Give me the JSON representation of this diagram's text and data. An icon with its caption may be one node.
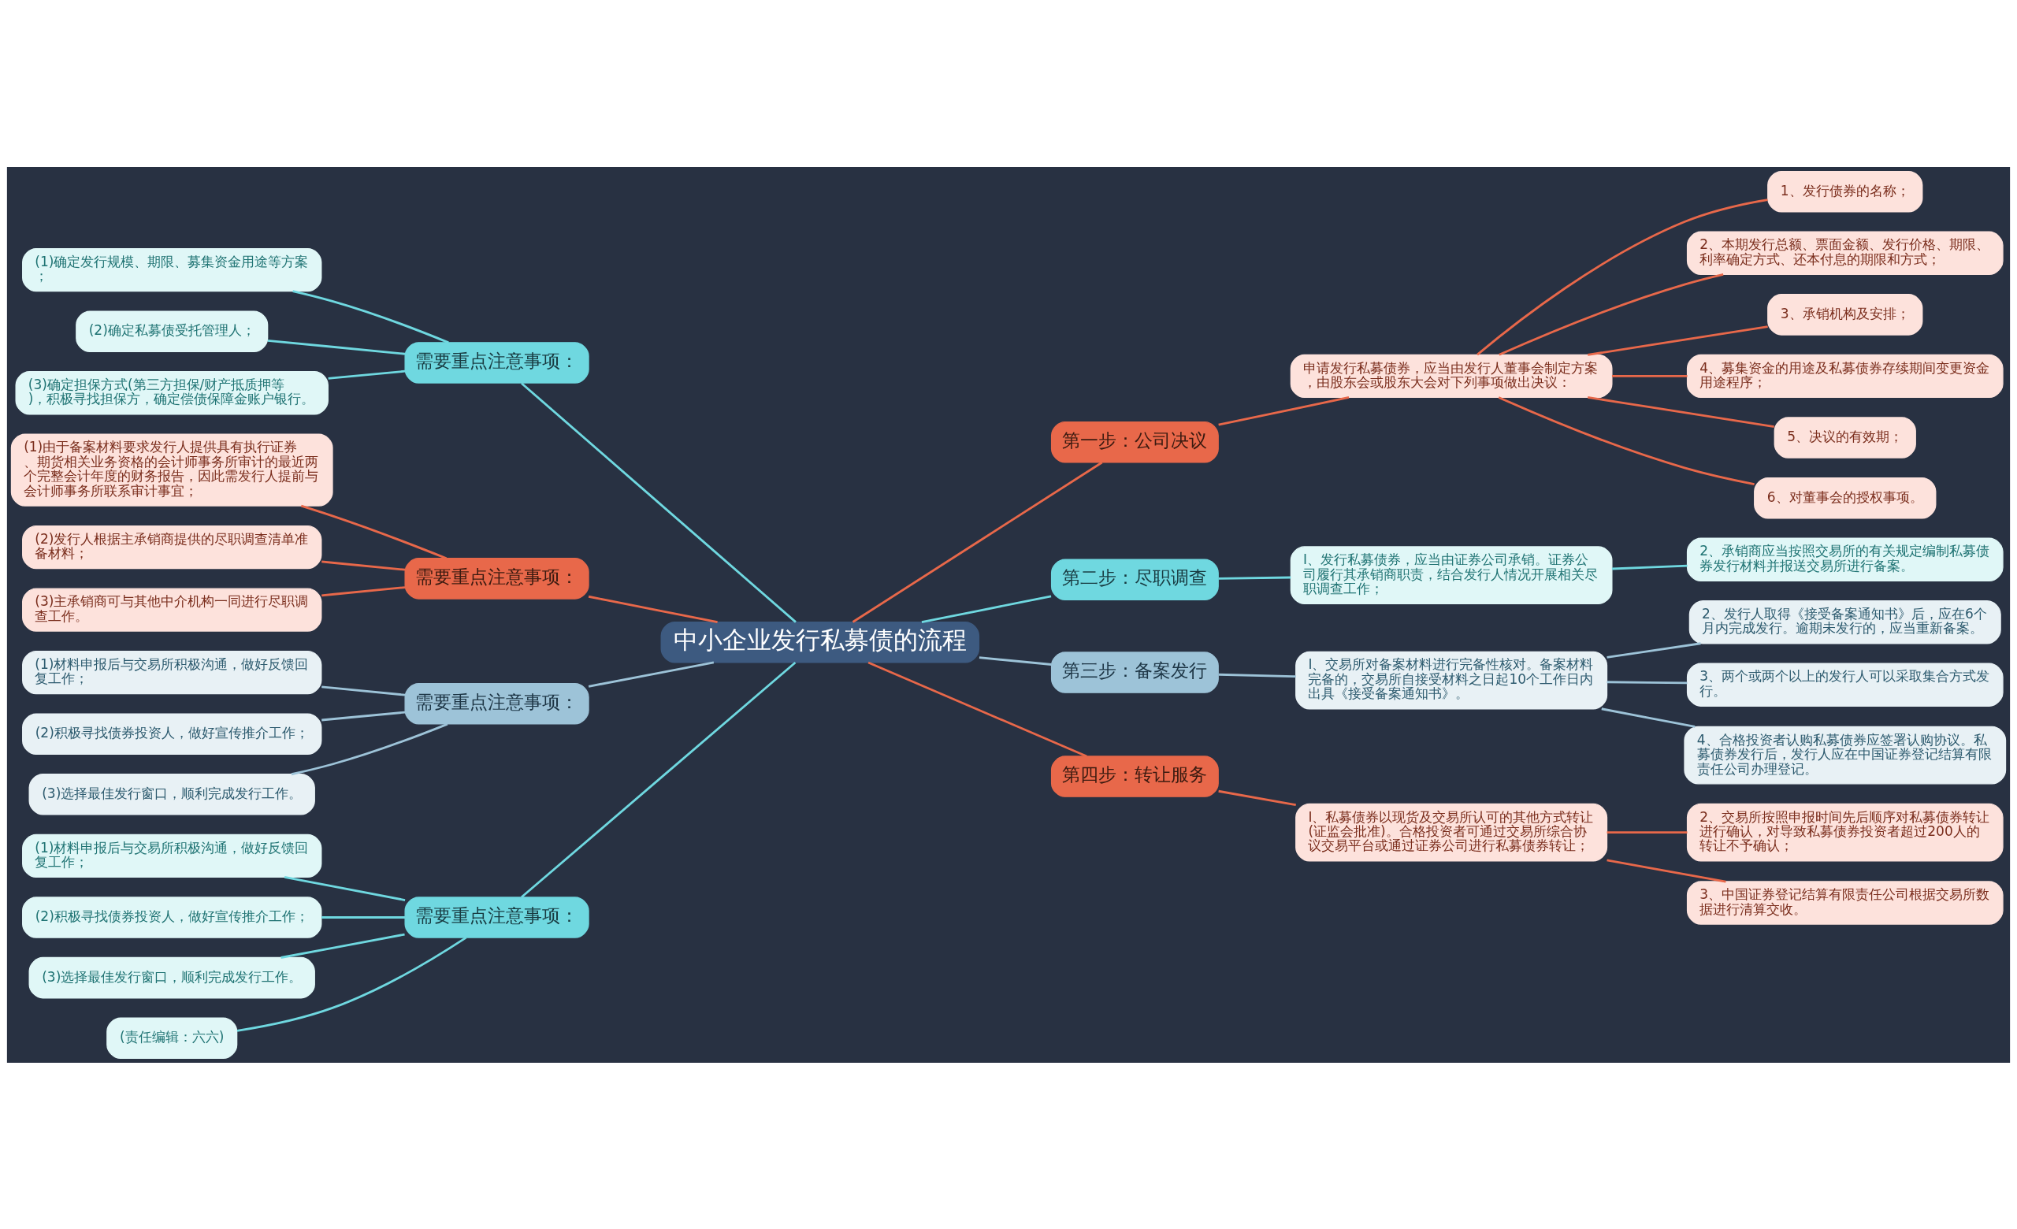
{
  "diagram": {
    "nodes": [
      {
        "text": [
          "中小企业发行私募债的流程"
        ]
      },
      {
        "text": [
          "第一步：公司决议"
        ]
      },
      {
        "text": [
          "申请发行私募债券，应当由发行人董事会制定方案，由股东会或股东大会对下列事项做出决议："
        ]
      },
      {
        "text": [
          "1、发行债券的名称；"
        ]
      },
      {
        "text": [
          "2、本期发行总额、票面金额、发行价格、期限、利率确定方式、还本付息的期限和方式；"
        ]
      },
      {
        "text": [
          "3、承销机构及安排；"
        ]
      },
      {
        "text": [
          "4、募集资金的用途及私募债券存续期间变更资金用途程序；"
        ]
      },
      {
        "text": [
          "5、决议的有效期；"
        ]
      },
      {
        "text": [
          "6、对董事会的授权事项。"
        ]
      },
      {
        "text": [
          "第二步：尽职调查"
        ]
      },
      {
        "text": [
          "I、发行私募债券，应当由证券公司承销。证券公司履行其承销商职责，结合发行人情况开展相关尽职调查工作；"
        ]
      },
      {
        "text": [
          "2、承销商应当按照交易所的有关规定编制私募债券发行材料并报送交易所进行备案。"
        ]
      },
      {
        "text": [
          "第三步：备案发行"
        ]
      },
      {
        "text": [
          "I、交易所对备案材料进行完备性核对。备案材料完备的，交易所自接受材料之日起10个工作日内出具《接受备案通知书》。"
        ]
      },
      {
        "text": [
          "2、发行人取得《接受备案通知书》后，应在6个月内完成发行。逾期未发行的，应当重新备案。"
        ]
      },
      {
        "text": [
          "3、两个或两个以上的发行人可以采取集合方式发行。"
        ]
      },
      {
        "text": [
          "4、合格投资者认购私募债券应签署认购协议。私募债券发行后，发行人应在中国证券登记结算有限责任公司办理登记。"
        ]
      },
      {
        "text": [
          "第四步：转让服务"
        ]
      },
      {
        "text": [
          "I、私募债券以现货及交易所认可的其他方式转让(证监会批准)。合格投资者可通过交易所综合协议交易平台或通过证券公司进行私募债券转让；"
        ]
      },
      {
        "text": [
          "2、交易所按照申报时间先后顺序对私募债券转让进行确认，对导致私募债券投资者超过200人的转让不予确认；"
        ]
      },
      {
        "text": [
          "3、中国证券登记结算有限责任公司根据交易所数据进行清算交收。"
        ]
      },
      {
        "text": [
          "需要重点注意事项："
        ]
      },
      {
        "text": [
          "(1)确定发行规模、期限、募集资金用途等方案；"
        ]
      },
      {
        "text": [
          "(2)确定私募债受托管理人；"
        ]
      },
      {
        "text": [
          "(3)确定担保方式(第三方担保/财产抵质押等)，积极寻找担保方，确定偿债保障金账户银行。"
        ]
      },
      {
        "text": [
          "需要重点注意事项："
        ]
      },
      {
        "text": [
          "(1)由于备案材料要求发行人提供具有执行证券、期货相关业务资格的会计师事务所审计的最近两个完整会计年度的财务报告，因此需发行人提前与会计师事务所联系审计事宜；"
        ]
      },
      {
        "text": [
          "(2)发行人根据主承销商提供的尽职调查清单准备材料；"
        ]
      },
      {
        "text": [
          "(3)主承销商可与其他中介机构一同进行尽职调查工作。"
        ]
      },
      {
        "text": [
          "需要重点注意事项："
        ]
      },
      {
        "text": [
          "(1)材料申报后与交易所积极沟通，做好反馈回复工作；"
        ]
      },
      {
        "text": [
          "(2)积极寻找债券投资人，做好宣传推介工作；"
        ]
      },
      {
        "text": [
          "(3)选择最佳发行窗口，顺利完成发行工作。"
        ]
      },
      {
        "text": [
          "需要重点注意事项："
        ]
      },
      {
        "text": [
          "(1)材料申报后与交易所积极沟通，做好反馈回复工作；"
        ]
      },
      {
        "text": [
          "(2)积极寻找债券投资人，做好宣传推介工作；"
        ]
      },
      {
        "text": [
          "(3)选择最佳发行窗口，顺利完成发行工作。"
        ]
      },
      {
        "text": [
          "(责任编辑：六六)"
        ]
      }
    ],
    "edges": [
      {
        "from": 0,
        "to": 1,
        "arrow": "none",
        "color": "#e8684a"
      },
      {
        "from": 1,
        "to": 2,
        "arrow": "none",
        "color": "#e8684a"
      },
      {
        "from": 2,
        "to": 3,
        "arrow": "none",
        "color": "#e8684a"
      },
      {
        "from": 2,
        "to": 4,
        "arrow": "none",
        "color": "#e8684a"
      },
      {
        "from": 2,
        "to": 5,
        "arrow": "none",
        "color": "#e8684a"
      },
      {
        "from": 2,
        "to": 6,
        "arrow": "none",
        "color": "#e8684a"
      },
      {
        "from": 2,
        "to": 7,
        "arrow": "none",
        "color": "#e8684a"
      },
      {
        "from": 2,
        "to": 8,
        "arrow": "none",
        "color": "#e8684a"
      },
      {
        "from": 0,
        "to": 9,
        "arrow": "none",
        "color": "#6fd8e0"
      },
      {
        "from": 9,
        "to": 10,
        "arrow": "none",
        "color": "#6fd8e0"
      },
      {
        "from": 10,
        "to": 11,
        "arrow": "none",
        "color": "#6fd8e0"
      },
      {
        "from": 0,
        "to": 12,
        "arrow": "none",
        "color": "#9dc3d8"
      },
      {
        "from": 12,
        "to": 13,
        "arrow": "none",
        "color": "#9dc3d8"
      },
      {
        "from": 13,
        "to": 14,
        "arrow": "none",
        "color": "#9dc3d8"
      },
      {
        "from": 13,
        "to": 15,
        "arrow": "none",
        "color": "#9dc3d8"
      },
      {
        "from": 13,
        "to": 16,
        "arrow": "none",
        "color": "#9dc3d8"
      },
      {
        "from": 0,
        "to": 17,
        "arrow": "none",
        "color": "#e8684a"
      },
      {
        "from": 17,
        "to": 18,
        "arrow": "none",
        "color": "#e8684a"
      },
      {
        "from": 18,
        "to": 19,
        "arrow": "none",
        "color": "#e8684a"
      },
      {
        "from": 18,
        "to": 20,
        "arrow": "none",
        "color": "#e8684a"
      },
      {
        "from": 0,
        "to": 21,
        "arrow": "none",
        "color": "#6fd8e0"
      },
      {
        "from": 21,
        "to": 22,
        "arrow": "none",
        "color": "#6fd8e0"
      },
      {
        "from": 21,
        "to": 23,
        "arrow": "none",
        "color": "#6fd8e0"
      },
      {
        "from": 21,
        "to": 24,
        "arrow": "none",
        "color": "#6fd8e0"
      },
      {
        "from": 0,
        "to": 25,
        "arrow": "none",
        "color": "#e8684a"
      },
      {
        "from": 25,
        "to": 26,
        "arrow": "none",
        "color": "#e8684a"
      },
      {
        "from": 25,
        "to": 27,
        "arrow": "none",
        "color": "#e8684a"
      },
      {
        "from": 25,
        "to": 28,
        "arrow": "none",
        "color": "#e8684a"
      },
      {
        "from": 0,
        "to": 29,
        "arrow": "none",
        "color": "#9dc3d8"
      },
      {
        "from": 29,
        "to": 30,
        "arrow": "none",
        "color": "#9dc3d8"
      },
      {
        "from": 29,
        "to": 31,
        "arrow": "none",
        "color": "#9dc3d8"
      },
      {
        "from": 29,
        "to": 32,
        "arrow": "none",
        "color": "#9dc3d8"
      },
      {
        "from": 0,
        "to": 33,
        "arrow": "none",
        "color": "#6fd8e0"
      },
      {
        "from": 33,
        "to": 34,
        "arrow": "none",
        "color": "#6fd8e0"
      },
      {
        "from": 33,
        "to": 35,
        "arrow": "none",
        "color": "#6fd8e0"
      },
      {
        "from": 33,
        "to": 36,
        "arrow": "none",
        "color": "#6fd8e0"
      },
      {
        "from": 33,
        "to": 37,
        "arrow": "none",
        "color": "#6fd8e0"
      }
    ]
  }
}
